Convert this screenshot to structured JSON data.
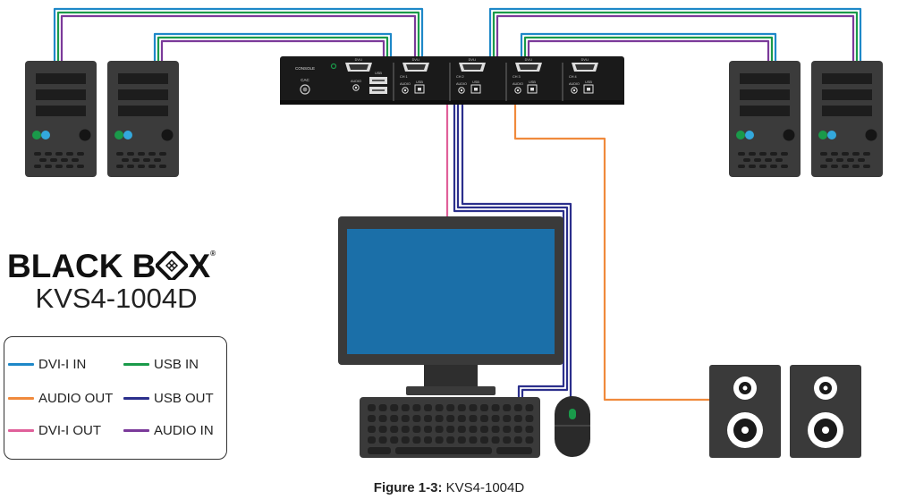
{
  "brand": {
    "name": "BLACK B",
    "name_tail": "X",
    "registered": "®"
  },
  "model": "KVS4-1004D",
  "device": {
    "console_label": "CONSOLE",
    "cac_label": "CAC",
    "port_labels": {
      "dvi": "DVI-I",
      "audio": "AUDIO",
      "usb": "USB",
      "channels": [
        "CH 1",
        "CH 2",
        "CH 3",
        "CH 4"
      ]
    }
  },
  "legend": {
    "items": [
      {
        "label": "DVI-I IN",
        "color": "#1e88c8"
      },
      {
        "label": "USB IN",
        "color": "#1a9a4a"
      },
      {
        "label": "AUDIO OUT",
        "color": "#f08a3c"
      },
      {
        "label": "USB OUT",
        "color": "#2b2f8c"
      },
      {
        "label": "DVI-I OUT",
        "color": "#e0609a"
      },
      {
        "label": "AUDIO IN",
        "color": "#7b3a9a"
      }
    ]
  },
  "caption": {
    "figure": "Figure 1-3:",
    "text": " KVS4-1004D"
  },
  "colors": {
    "device_body": "#1a1a1a",
    "tower_body": "#3b3b3b",
    "monitor_screen": "#1b6fa8",
    "led_green": "#1a9a4a",
    "led_blue": "#33a8dc"
  },
  "icons": [
    "pc-tower-icon",
    "monitor-icon",
    "keyboard-icon",
    "mouse-icon",
    "speaker-icon",
    "kvm-switch-icon"
  ]
}
